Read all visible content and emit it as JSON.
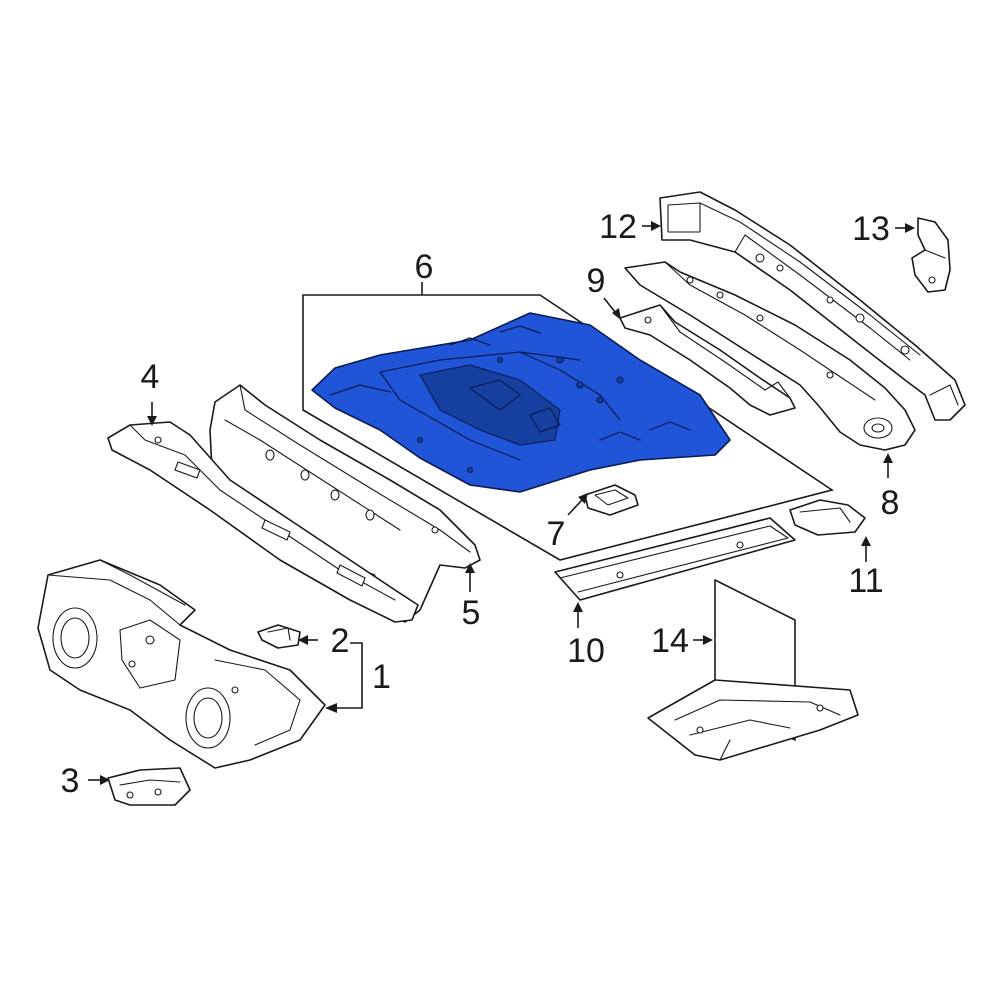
{
  "highlight_color": "#1f55d6",
  "outline_color": "#1a1a1a",
  "callouts": [
    {
      "id": "1",
      "label": "1"
    },
    {
      "id": "2",
      "label": "2"
    },
    {
      "id": "3",
      "label": "3"
    },
    {
      "id": "4",
      "label": "4"
    },
    {
      "id": "5",
      "label": "5"
    },
    {
      "id": "6",
      "label": "6"
    },
    {
      "id": "7",
      "label": "7"
    },
    {
      "id": "8",
      "label": "8"
    },
    {
      "id": "9",
      "label": "9"
    },
    {
      "id": "10",
      "label": "10"
    },
    {
      "id": "11",
      "label": "11"
    },
    {
      "id": "12",
      "label": "12"
    },
    {
      "id": "13",
      "label": "13"
    },
    {
      "id": "14",
      "label": "14"
    }
  ],
  "highlighted_part": "6"
}
